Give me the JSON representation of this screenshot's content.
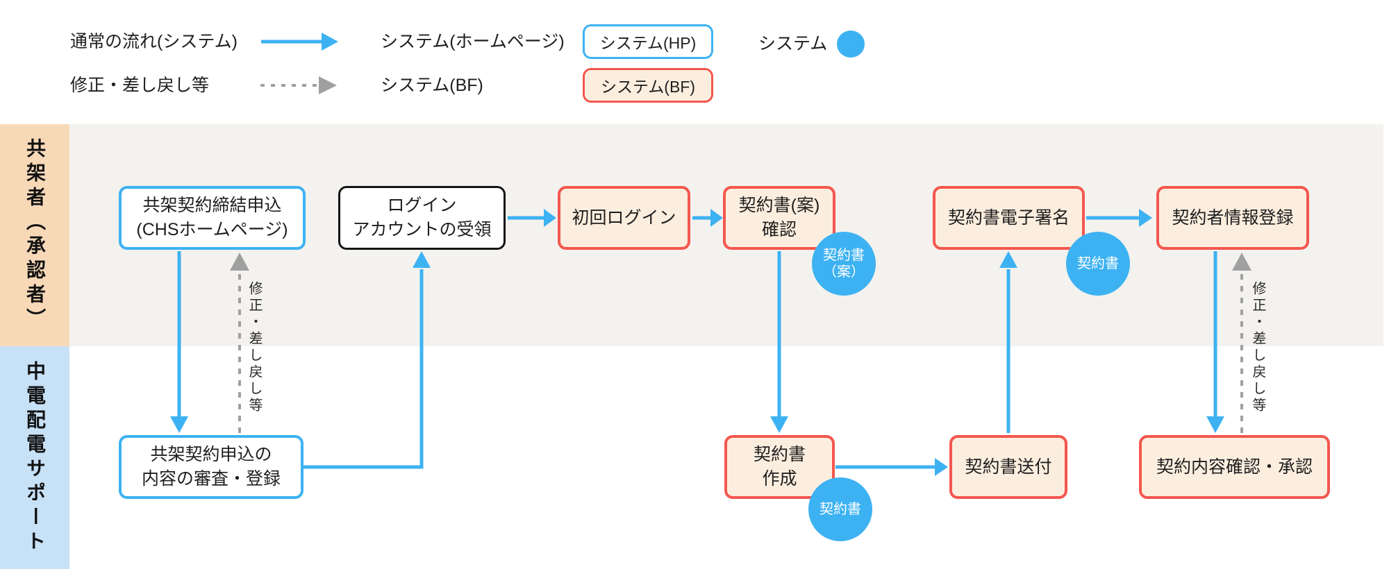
{
  "legend": {
    "normal_flow_label": "通常の流れ(システム)",
    "revision_flow_label": "修正・差し戻し等",
    "hp_style_label": "システム(ホームページ)",
    "bf_style_label": "システム(BF)",
    "hp_box_label": "システム(HP)",
    "bf_box_label": "システム(BF)",
    "circle_label": "システム"
  },
  "lanes": {
    "top": {
      "label": "共架者（承認者）"
    },
    "bottom": {
      "label": "中電配電サポート"
    }
  },
  "nodes": {
    "apply": {
      "line1": "共架契約締結申込",
      "line2": "(CHSホームページ)"
    },
    "login": {
      "line1": "ログイン",
      "line2": "アカウントの受領"
    },
    "first_login": {
      "line1": "初回ログイン"
    },
    "draft_confirm": {
      "line1": "契約書(案)",
      "line2": "確認"
    },
    "esign": {
      "line1": "契約書電子署名"
    },
    "reg_info": {
      "line1": "契約者情報登録"
    },
    "review": {
      "line1": "共架契約申込の",
      "line2": "内容の審査・登録"
    },
    "create": {
      "line1": "契約書",
      "line2": "作成"
    },
    "send": {
      "line1": "契約書送付"
    },
    "final": {
      "line1": "契約内容確認・承認"
    }
  },
  "badges": {
    "draft_contract": {
      "line1": "契約書",
      "line2": "（案）"
    },
    "contract_top": {
      "line1": "契約書"
    },
    "contract_bottom": {
      "line1": "契約書"
    }
  },
  "annotations": {
    "revision1": "修正・差し戻し等",
    "revision2": "修正・差し戻し等"
  },
  "colors": {
    "flow_blue": "#3db2f2",
    "alert_red": "#f4574f",
    "cream_fill": "#fceedf",
    "dashed_gray": "#a0a0a0",
    "lane_top_label_bg": "#f8d9b7",
    "lane_bottom_label_bg": "#c7e1f7",
    "lane_top_body_bg": "#f4f2ee",
    "black_border": "#141414"
  }
}
